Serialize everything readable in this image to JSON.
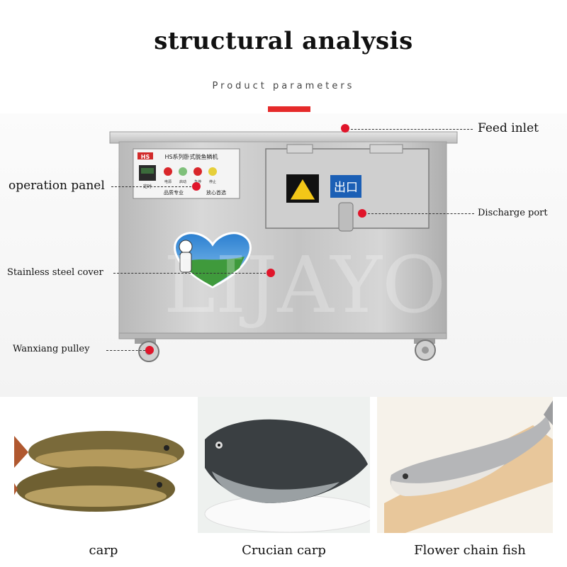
{
  "header": {
    "title": "structural analysis",
    "subtitle": "Product parameters"
  },
  "machine": {
    "panel_brand": "HS",
    "panel_text": "HS系列卧式脱鱼鳞机",
    "panel_slogan_left": "品质专业",
    "panel_slogan_right": "放心首选",
    "panel_button_labels": [
      "电源",
      "启动",
      "急停",
      "停止"
    ],
    "panel_display_label": "定时",
    "exit_sign": "出口",
    "watermark": "LIJAYO"
  },
  "callouts": {
    "feed_inlet": "Feed inlet",
    "operation_panel": "operation panel",
    "discharge_port": "Discharge port",
    "stainless_cover": "Stainless steel cover",
    "pulley": "Wanxiang pulley"
  },
  "fish_examples": [
    {
      "caption": "carp"
    },
    {
      "caption": "Crucian carp"
    },
    {
      "caption": "Flower chain fish"
    }
  ],
  "colors": {
    "accent_red": "#e52a2a",
    "dot_red": "#e0152a",
    "steel": "#c9c9c9"
  }
}
